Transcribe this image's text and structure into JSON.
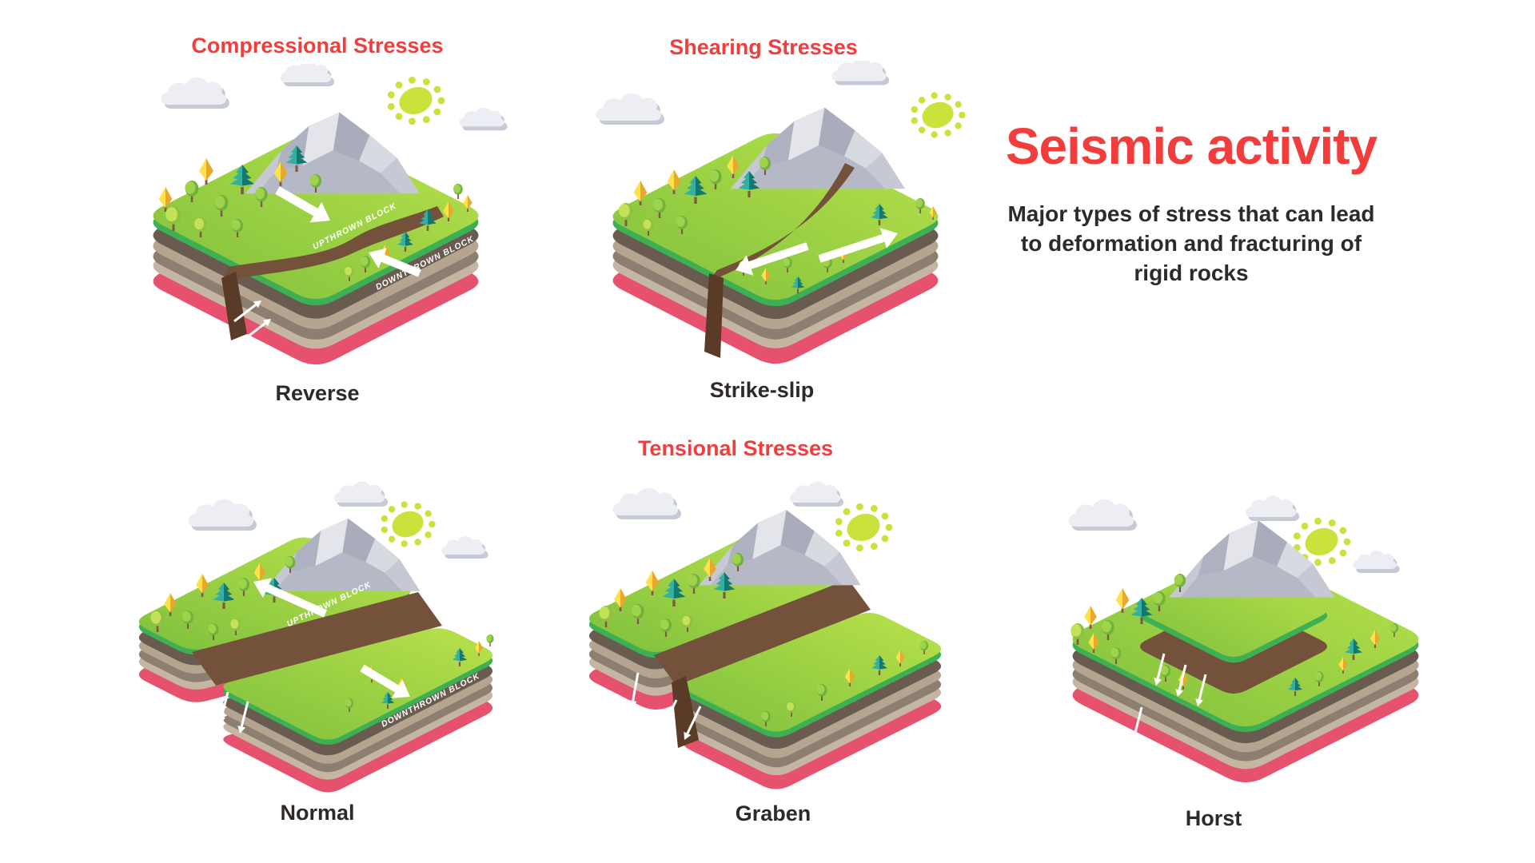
{
  "page": {
    "background": "#ffffff"
  },
  "title": {
    "heading": "Seismic activity",
    "subtitle": "Major types of stress that can lead to deformation and fracturing of rigid rocks"
  },
  "stress_headings": {
    "compressional": "Compressional Stresses",
    "shearing": "Shearing Stresses",
    "tensional": "Tensional Stresses"
  },
  "diagrams": [
    {
      "id": "reverse",
      "label": "Reverse",
      "upthrown_label": "UPTHROWN BLOCK",
      "downthrown_label": "DOWNTHROWN BLOCK"
    },
    {
      "id": "strike-slip",
      "label": "Strike-slip"
    },
    {
      "id": "normal",
      "label": "Normal",
      "upthrown_label": "UPTHROWN BLOCK",
      "downthrown_label": "DOWNTHROWN BLOCK"
    },
    {
      "id": "graben",
      "label": "Graben"
    },
    {
      "id": "horst",
      "label": "Horst"
    }
  ],
  "icons": [
    "cloud-icon",
    "sun-icon",
    "mountain-icon",
    "tree-icon",
    "arrow-icon"
  ],
  "colors": {
    "heading_red": "#f23d3d",
    "title_red": "#f23d3d",
    "label_dark": "#2e2a28",
    "grass_light": "#b9e24b",
    "grass_main": "#7fc03d",
    "grass_stripe": "#3db054",
    "soil_dark": "#6a5b51",
    "soil_tan": "#b4a490",
    "soil_taupe": "#8d7e72",
    "soil_light": "#c4b6a2",
    "soil_pink": "#e6516e",
    "fault_brown": "#74513a",
    "fault_dark": "#5a3b27",
    "mountain_base": "#c6c9d4",
    "mountain_light": "#e3e5eb",
    "mountain_mid": "#aeb2c0",
    "mountain_dark": "#a9adbb",
    "mountain_face": "#b5b9c6",
    "mountain_pale": "#d8dae2",
    "cloud": "#eceef4",
    "cloud_shadow": "#c6cad7",
    "sun": "#cbe23c",
    "tree_trunk": "#7d5b43",
    "tree_green_light": "#9ed34b",
    "tree_green_dark": "#71b13c",
    "tree_lime_light": "#c4e15a",
    "tree_lime_dark": "#8fc03f",
    "tree_yellow_light": "#ffe14b",
    "tree_yellow_dark": "#e8a82e",
    "tree_teal_light": "#33b0a1",
    "tree_teal_dark": "#13786f",
    "arrow_white": "#ffffff",
    "face_label_white": "#ffffff"
  }
}
